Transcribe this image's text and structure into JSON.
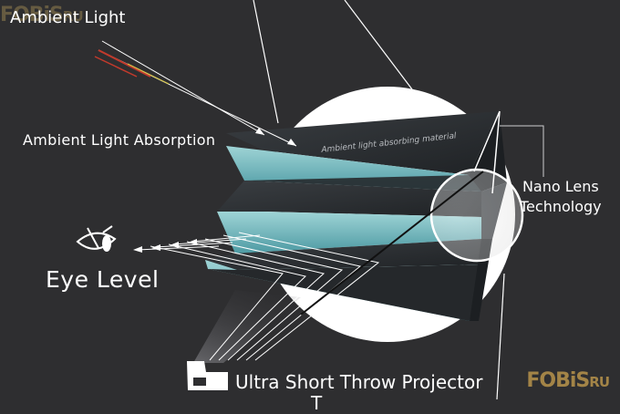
{
  "labels": {
    "ambient_light": "Ambient Light",
    "absorption": "Ambient Light Absorption",
    "material": "Ambient light absorbing material",
    "nano_lens": "Nano Lens\nTechnology",
    "eye_level": "Eye Level",
    "projector": "Ultra Short Throw Projector",
    "cut_text": "T"
  },
  "watermark": {
    "top": "FOBiS",
    "top_suffix": "RU",
    "bottom": "FOBiS",
    "bottom_suffix": "RU"
  },
  "colors": {
    "background": "#2e2e30",
    "panel_dark": "#2b2f33",
    "panel_cyan": "#7fc1c6",
    "circle": "#ffffff",
    "ray_red": "#c23a2c",
    "ray_yellow": "#d8c64a",
    "watermark": "#a38447"
  },
  "icons": [
    "eye-icon",
    "projector-icon"
  ]
}
